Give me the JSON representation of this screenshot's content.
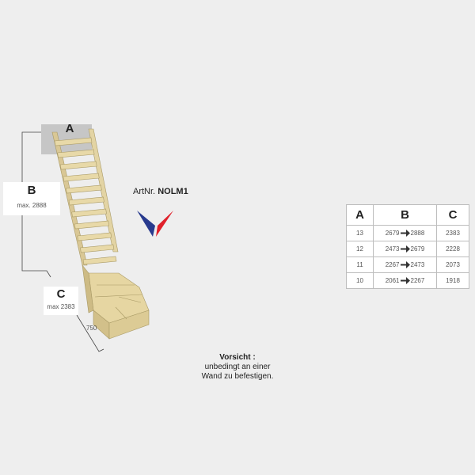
{
  "labels": {
    "a": "A",
    "b": "B",
    "b_max": "max. 2888",
    "c": "C",
    "c_max": "max 2383",
    "width": "750"
  },
  "article": {
    "prefix": "ArtNr.",
    "number": "NOLM1"
  },
  "flag_colors": {
    "blue": "#283a8e",
    "red": "#e0202a",
    "white": "#ffffff"
  },
  "warning": {
    "title": "Vorsicht :",
    "line1": "unbedingt an einer",
    "line2": "Wand zu befestigen."
  },
  "table": {
    "headers": [
      "A",
      "B",
      "C"
    ],
    "rows": [
      {
        "a": "13",
        "b_from": "2679",
        "b_to": "2888",
        "c": "2383"
      },
      {
        "a": "12",
        "b_from": "2473",
        "b_to": "2679",
        "c": "2228"
      },
      {
        "a": "11",
        "b_from": "2267",
        "b_to": "2473",
        "c": "2073"
      },
      {
        "a": "10",
        "b_from": "2061",
        "b_to": "2267",
        "c": "1918"
      }
    ]
  }
}
